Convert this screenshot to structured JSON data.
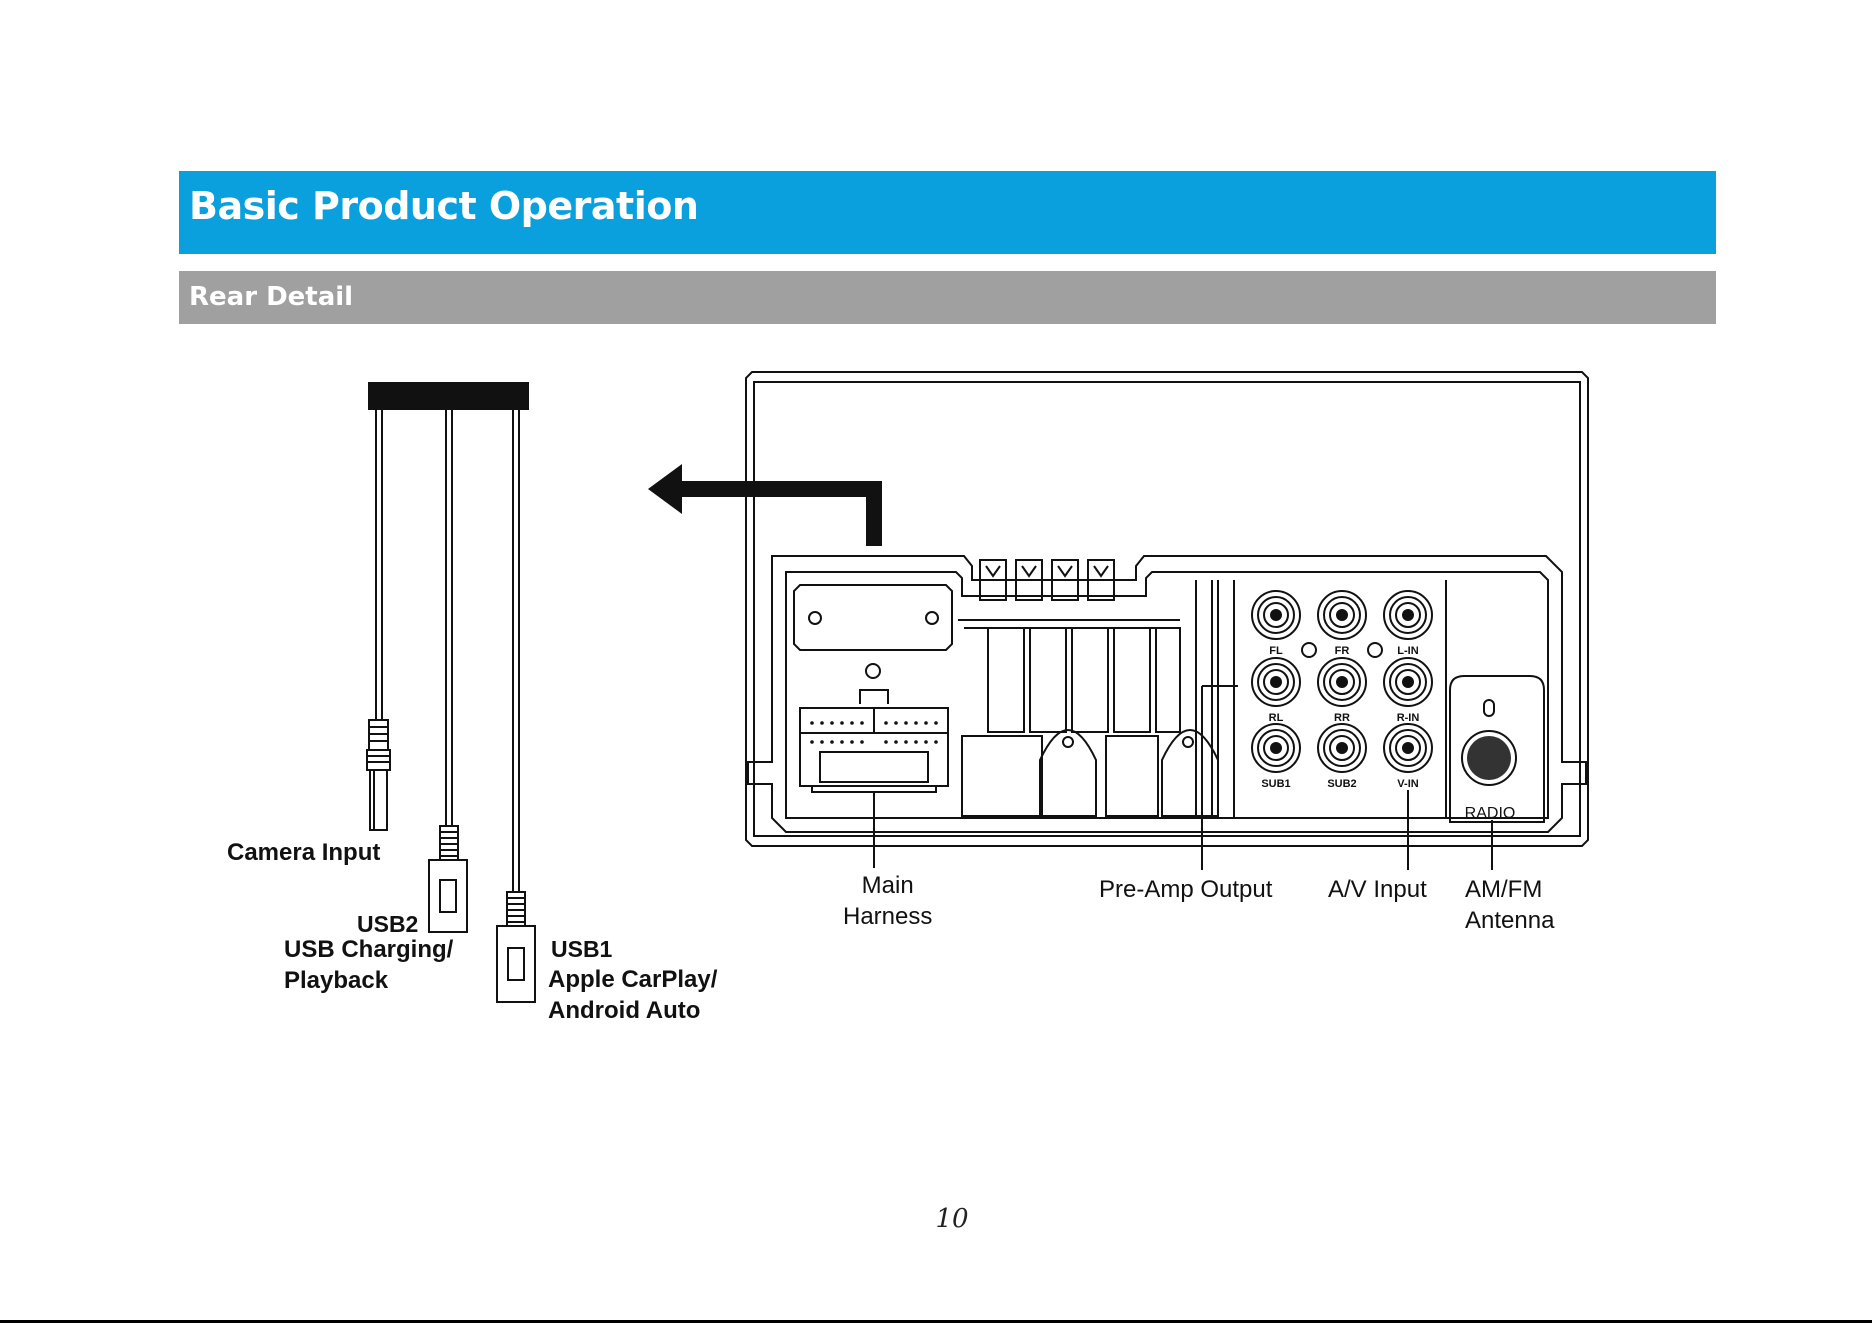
{
  "header": {
    "title": "Basic Product Operation"
  },
  "section": {
    "title": "Rear Detail"
  },
  "cable_labels": {
    "camera": "Camera Input",
    "usb2_name": "USB2",
    "usb2_desc": "USB Charging/\nPlayback",
    "usb1_name": "USB1",
    "usb1_desc": "Apple CarPlay/\nAndroid Auto"
  },
  "unit_labels": {
    "main_harness": "Main\nHarness",
    "preamp": "Pre-Amp Output",
    "av_input": "A/V Input",
    "antenna": "AM/FM\nAntenna"
  },
  "jack_labels": {
    "row1": [
      "FL",
      "FR",
      "L-IN"
    ],
    "row2": [
      "RL",
      "RR",
      "R-IN"
    ],
    "row3": [
      "SUB1",
      "SUB2",
      "V-IN"
    ],
    "radio": "RADIO"
  },
  "footer": {
    "page_number": "10"
  }
}
